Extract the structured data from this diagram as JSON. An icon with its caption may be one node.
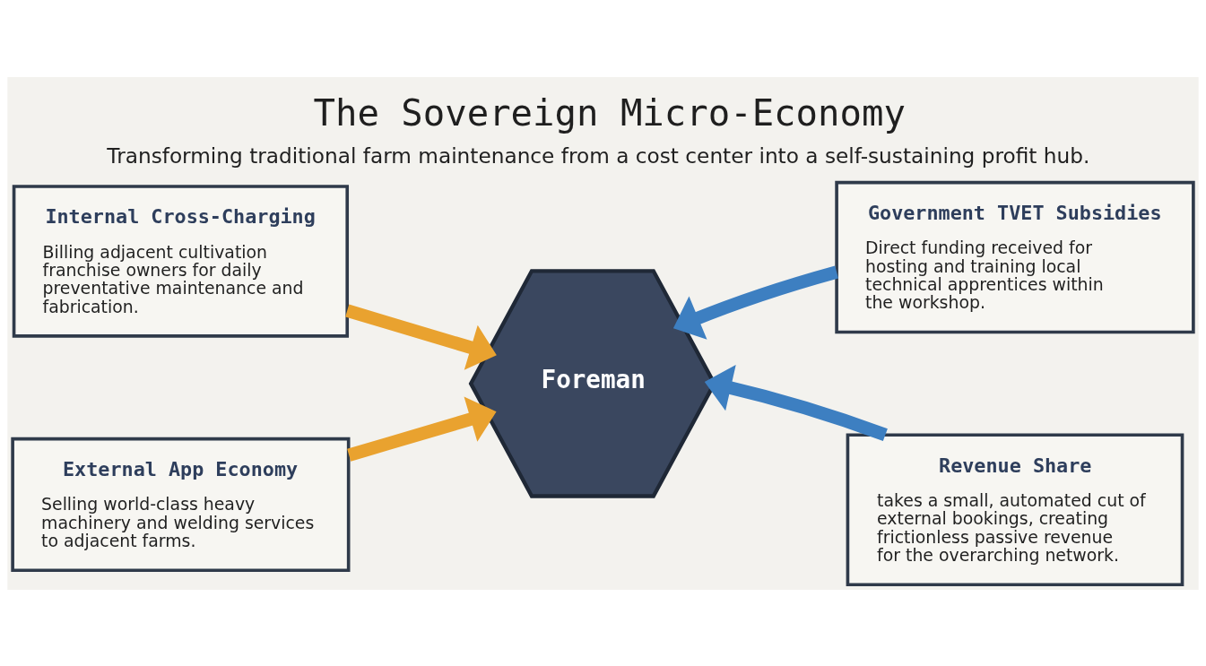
{
  "diagram": {
    "title": "The Sovereign Micro-Economy",
    "caption": "Transforming traditional farm maintenance from a cost center into a self-sustaining profit hub.",
    "nodes": [
      {
        "text": [
          "Internal Cross-Charging",
          "Billing adjacent cultivation franchise owners for daily preventative maintenance and fabrication."
        ]
      },
      {
        "text": [
          "Government TVET Subsidies",
          "Direct funding received for hosting and training local technical apprentices within the workshop."
        ]
      },
      {
        "text": [
          "Foreman"
        ]
      },
      {
        "text": [
          "External App Economy",
          "Selling world-class heavy machinery and welding services to adjacent farms."
        ]
      },
      {
        "text": [
          "Revenue Share",
          "takes a small, automated cut of external bookings, creating frictionless passive revenue for the overarching network."
        ]
      }
    ],
    "edges": [
      {
        "from": 0,
        "to": 2,
        "arrow": "to",
        "color": "#e9a22f"
      },
      {
        "from": 1,
        "to": 2,
        "arrow": "to",
        "color": "#3d7fc1"
      },
      {
        "from": 3,
        "to": 2,
        "arrow": "to",
        "color": "#e9a22f"
      },
      {
        "from": 4,
        "to": 2,
        "arrow": "to",
        "color": "#3d7fc1"
      }
    ]
  }
}
